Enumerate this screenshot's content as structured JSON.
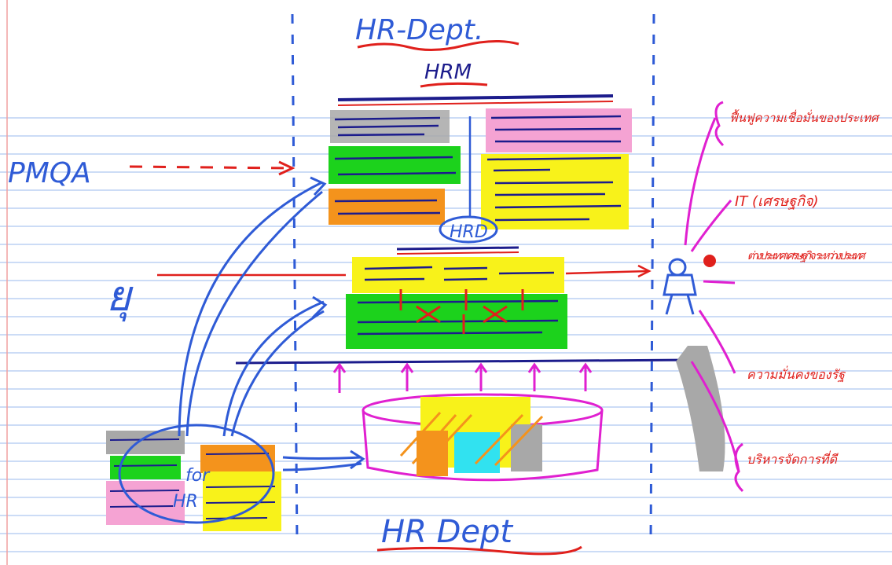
{
  "title": "HR-Dept.",
  "subtitle": "HRM",
  "bottom_title": "HR Dept",
  "left_label": "PMQA",
  "center_label_hrd": "HRD",
  "left_symbol": "ยุ",
  "for_label": "for",
  "hr_label": "HR",
  "right_items": [
    "ฟื้นฟูความเชื่อมั่นของประเทศ",
    "IT (เศรษฐกิจ)",
    "ต่างประเทศ เศรษฐกิจ ระหว่างประเทศ",
    "ความมั่นคงของรัฐ",
    "บริหารจัดการที่ดี"
  ],
  "colors": {
    "pen_blue": "#2f5bd6",
    "pen_red": "#e0201c",
    "pen_magenta": "#e020d0",
    "dark_blue": "#1c1c8c",
    "highlight_yellow": "#f8f21a",
    "highlight_green": "#1cd21c",
    "highlight_orange": "#f4931c",
    "highlight_pink": "#f5a3d3",
    "highlight_gray": "#a8a8a8",
    "highlight_cyan": "#31e2f0",
    "rule_line": "#9ab8ec",
    "margin_line": "#f0a0a0"
  }
}
